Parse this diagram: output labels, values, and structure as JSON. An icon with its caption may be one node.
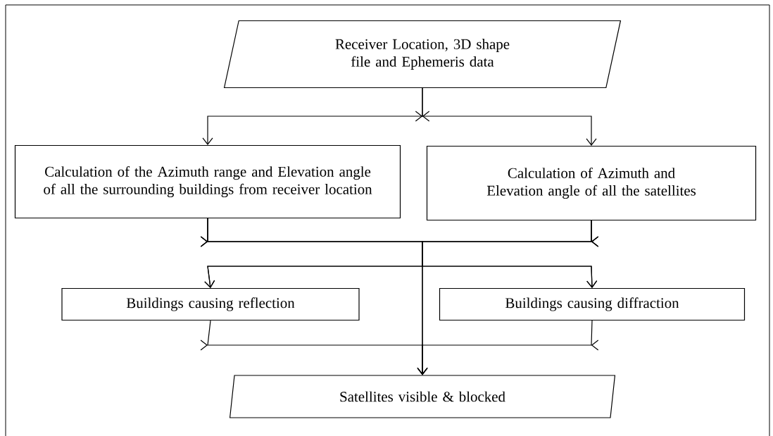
{
  "diagram": {
    "nodes": [
      {
        "text": [
          "Receiver Location, 3D shape file and Ephemeris data"
        ]
      },
      {
        "text": [
          "Calculation of the Azimuth range and Elevation angle of all the surrounding buildings from receiver location"
        ]
      },
      {
        "text": [
          "Calculation of Azimuth and Elevation angle of all the satellites"
        ]
      },
      {
        "text": [
          "Buildings causing reflection"
        ]
      },
      {
        "text": [
          "Buildings causing diffraction"
        ]
      },
      {
        "text": [
          "Satellites visible & blocked"
        ]
      }
    ],
    "edges": [
      {
        "from": 0,
        "to": 1,
        "arrow": "to"
      },
      {
        "from": 0,
        "to": 2,
        "arrow": "to"
      },
      {
        "from": 1,
        "to": 3,
        "arrow": "to"
      },
      {
        "from": 1,
        "to": 4,
        "arrow": "to"
      },
      {
        "from": 1,
        "to": 5,
        "arrow": "to"
      },
      {
        "from": 2,
        "to": 3,
        "arrow": "to"
      },
      {
        "from": 2,
        "to": 4,
        "arrow": "to"
      },
      {
        "from": 2,
        "to": 5,
        "arrow": "to"
      },
      {
        "from": 3,
        "to": 5,
        "arrow": "to"
      },
      {
        "from": 4,
        "to": 5,
        "arrow": "to"
      }
    ]
  }
}
